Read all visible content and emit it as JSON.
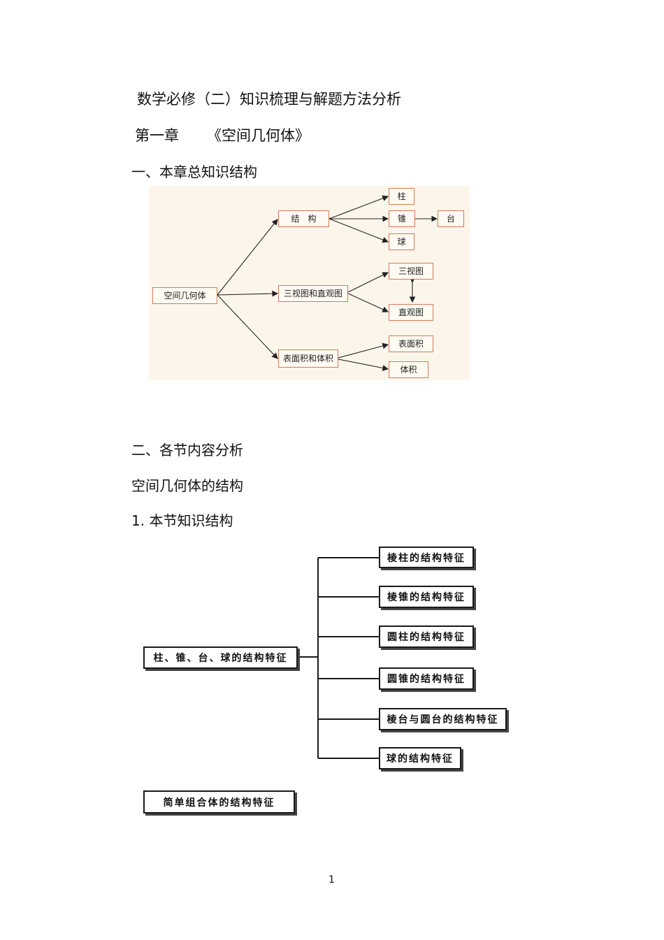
{
  "doc": {
    "title": "数学必修（二）知识梳理与解题方法分析",
    "chapter_num": "第一章",
    "chapter_name": "《空间几何体》",
    "section1": "一、本章总知识结构",
    "section2": "二、各节内容分析",
    "subsection": "空间几何体的结构",
    "subsection_item": "1. 本节知识结构",
    "page_number": "1"
  },
  "diagram1": {
    "root": "空间几何体",
    "structure": "结　构",
    "views": "三视图和直观图",
    "area_volume": "表面积和体积",
    "prism": "柱",
    "cone": "锥",
    "frustum": "台",
    "sphere": "球",
    "three_view": "三视图",
    "intuitive_view": "直观图",
    "surface_area": "表面积",
    "volume": "体积"
  },
  "diagram2": {
    "root": "柱、锥、台、球的结构特征",
    "items": [
      "棱柱的结构特征",
      "棱锥的结构特征",
      "圆柱的结构特征",
      "圆锥的结构特征",
      "棱台与圆台的结构特征",
      "球的结构特征"
    ],
    "bottom": "简单组合体的结构特征"
  },
  "colors": {
    "diagram1_bg": "#fcf6ea",
    "diagram1_border": "#d27a5a",
    "diagram2_border": "#1a1a1a"
  }
}
